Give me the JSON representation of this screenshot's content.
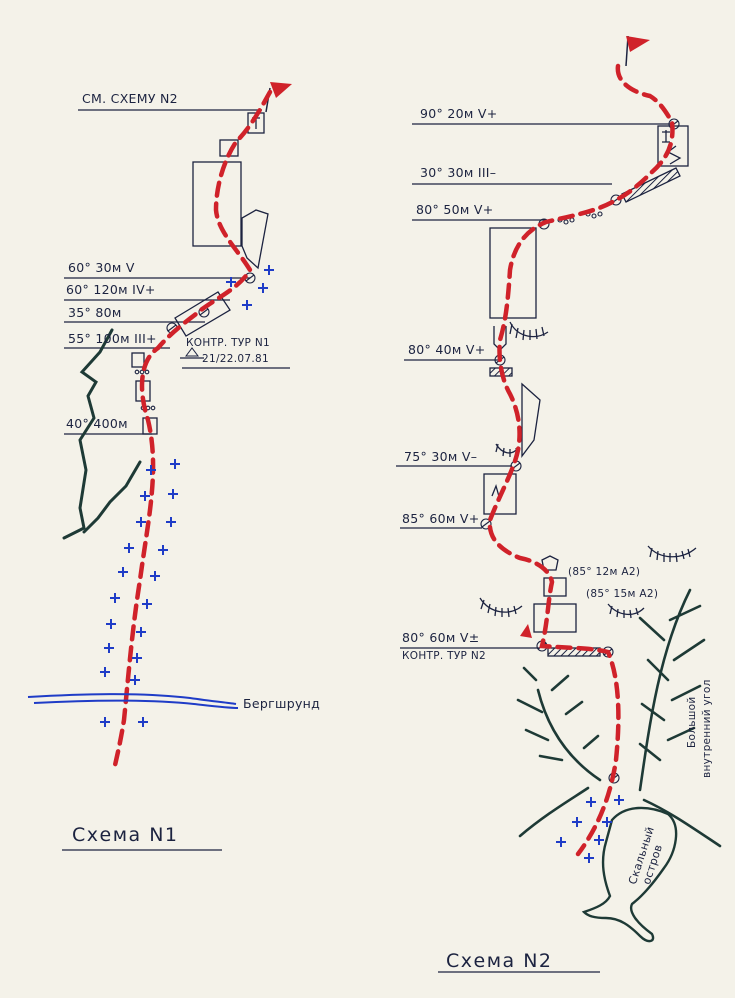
{
  "scheme1": {
    "ref_label": "СМ. СХЕМУ N2",
    "pitches": [
      "60° 30м V",
      "60° 120м IV+",
      "35° 80м",
      "55° 100м III+",
      "40° 400м"
    ],
    "cairn_label": "КОНТР. ТУР N1",
    "cairn_date": "21/22.07.81",
    "bergschrund_label": "Бергшрунд",
    "title": "Схема N1"
  },
  "scheme2": {
    "pitches": [
      "90° 20м V+",
      "30° 30м III–",
      "80° 50м V+",
      "80° 40м V+",
      "75° 30м V–",
      "85° 60м V+",
      "(85° 12м А2)",
      "(85° 15м А2)",
      "80° 60м V±"
    ],
    "cairn_label": "КОНТР. ТУР N2",
    "corner_label_line1": "Большой",
    "corner_label_line2": "внутренний угол",
    "island_label_line1": "Скальный",
    "island_label_line2": "остров",
    "title": "Схема N2"
  },
  "colors": {
    "ink": "#1c2340",
    "route": "#d0222a",
    "snow": "#1f3cc7",
    "rock": "#1e3a36"
  }
}
